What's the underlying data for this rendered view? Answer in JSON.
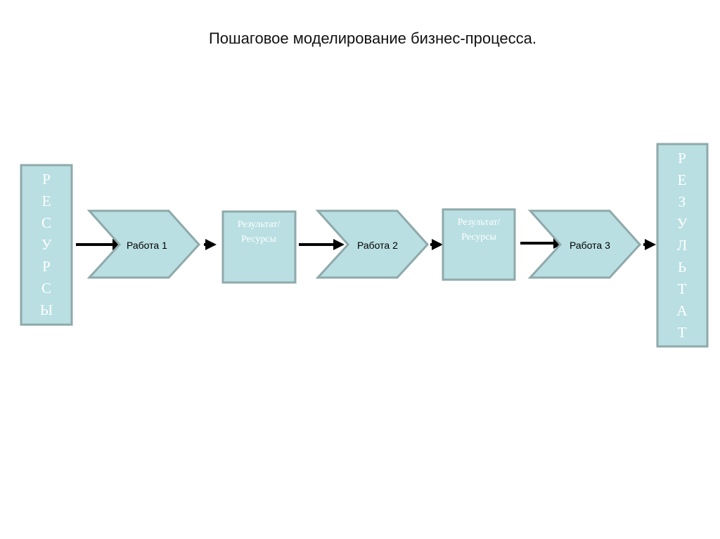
{
  "title": "Пошаговое моделирование бизнес-процесса.",
  "resources_column": {
    "letters": [
      "Р",
      "Е",
      "С",
      "У",
      "Р",
      "С",
      "Ы"
    ]
  },
  "result_column": {
    "letters": [
      "Р",
      "Е",
      "З",
      "У",
      "Л",
      "Ь",
      "Т",
      "А",
      "Т"
    ]
  },
  "steps": [
    {
      "label": "Работа 1"
    },
    {
      "label": "Работа 2"
    },
    {
      "label": "Работа 3"
    }
  ],
  "intermediate_boxes": [
    {
      "line1": "Результат/",
      "line2": "Ресурсы"
    },
    {
      "line1": "Результат/",
      "line2": "Ресурсы"
    }
  ],
  "colors": {
    "fill": "#b9dfe2",
    "stroke": "#8fa9aa",
    "arrow": "#000000"
  }
}
